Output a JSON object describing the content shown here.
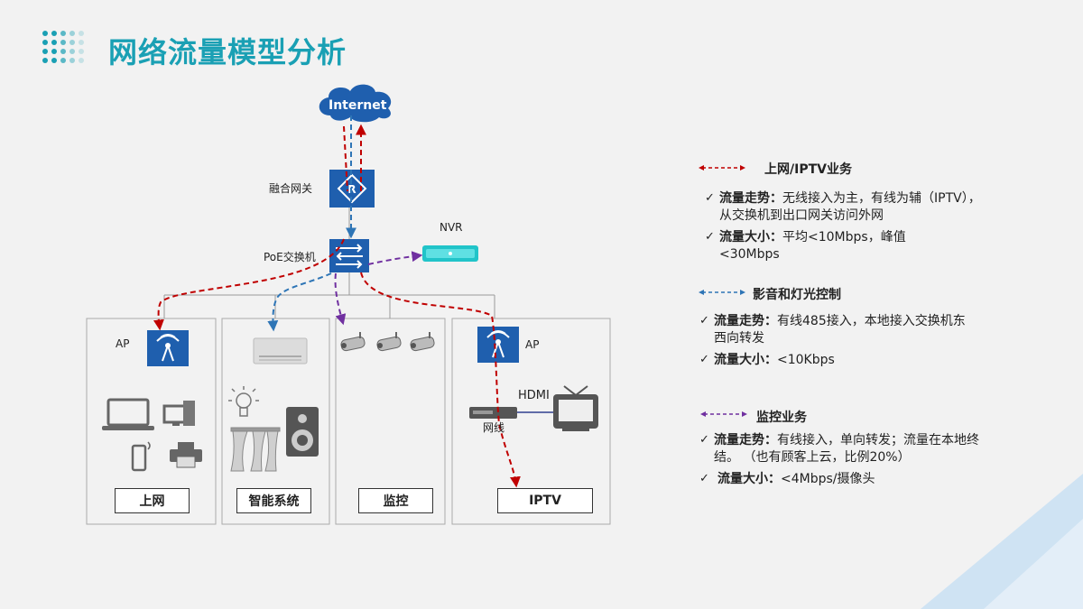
{
  "title": "网络流量模型分析",
  "colors": {
    "accent": "#1aa0b4",
    "device_blue": "#1f5fae",
    "internet_red": "#c00000",
    "av_blue": "#2e75b6",
    "monitor_purple": "#7030a0",
    "nvr_teal": "#21c4c9"
  },
  "diagram": {
    "internet": "Internet",
    "gateway": "融合网关",
    "switch": "PoE交换机",
    "nvr": "NVR",
    "ap_left": "AP",
    "ap_right": "AP",
    "hdmi": "HDMI",
    "wire": "网线",
    "categories": [
      "上网",
      "智能系统",
      "监控",
      "IPTV"
    ],
    "icons": [
      "cloud-icon",
      "router-icon",
      "switch-icon",
      "nvr-icon",
      "wifi-ap-icon",
      "laptop-icon",
      "desktop-pc-icon",
      "smartphone-icon",
      "printer-icon",
      "air-conditioner-icon",
      "light-bulb-icon",
      "speaker-icon",
      "curtain-icon",
      "camera-icon",
      "set-top-box-icon",
      "tv-icon"
    ]
  },
  "legend": [
    {
      "title": "上网/IPTV业务",
      "items": [
        {
          "key": "流量走势：",
          "text": "无线接入为主，有线为辅（IPTV），从交换机到出口网关访问外网"
        },
        {
          "key": "流量大小：",
          "text": "平均<10Mbps，峰值<30Mbps"
        }
      ]
    },
    {
      "title": "影音和灯光控制",
      "items": [
        {
          "key": "流量走势：",
          "text": "有线485接入，本地接入交换机东西向转发"
        },
        {
          "key": "流量大小：",
          "text": "<10Kbps"
        }
      ]
    },
    {
      "title": "监控业务",
      "items": [
        {
          "key": "流量走势：",
          "text": "有线接入，单向转发；流量在本地终结。 （也有顾客上云，比例20%）"
        },
        {
          "key": "流量大小：",
          "text": "<4Mbps/摄像头"
        }
      ]
    }
  ]
}
